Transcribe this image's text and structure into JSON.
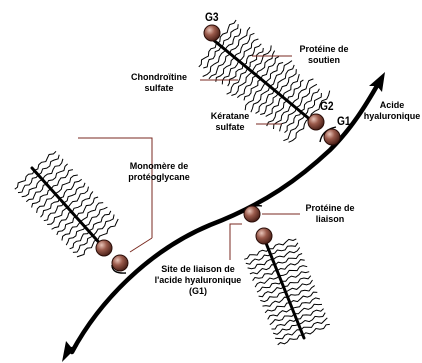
{
  "labels": {
    "g3": "G3",
    "g2": "G2",
    "g1": "G1",
    "proteine_soutien": "Protéine de soutien",
    "chondroitine": "Chondroïtine sulfate",
    "keratane": "Kératane sulfate",
    "acide_hyaluronique": "Acide hyaluronique",
    "monomere": "Monomère de protéoglycane",
    "proteine_liaison": "Protéine de liaison",
    "site_liaison": "Site de liaison de l'acide hyaluronique (G1)"
  },
  "colors": {
    "line": "#000000",
    "bead": "#8a4b3e",
    "bead_highlight": "#d9b0a5",
    "leader": "#7a2a20"
  }
}
